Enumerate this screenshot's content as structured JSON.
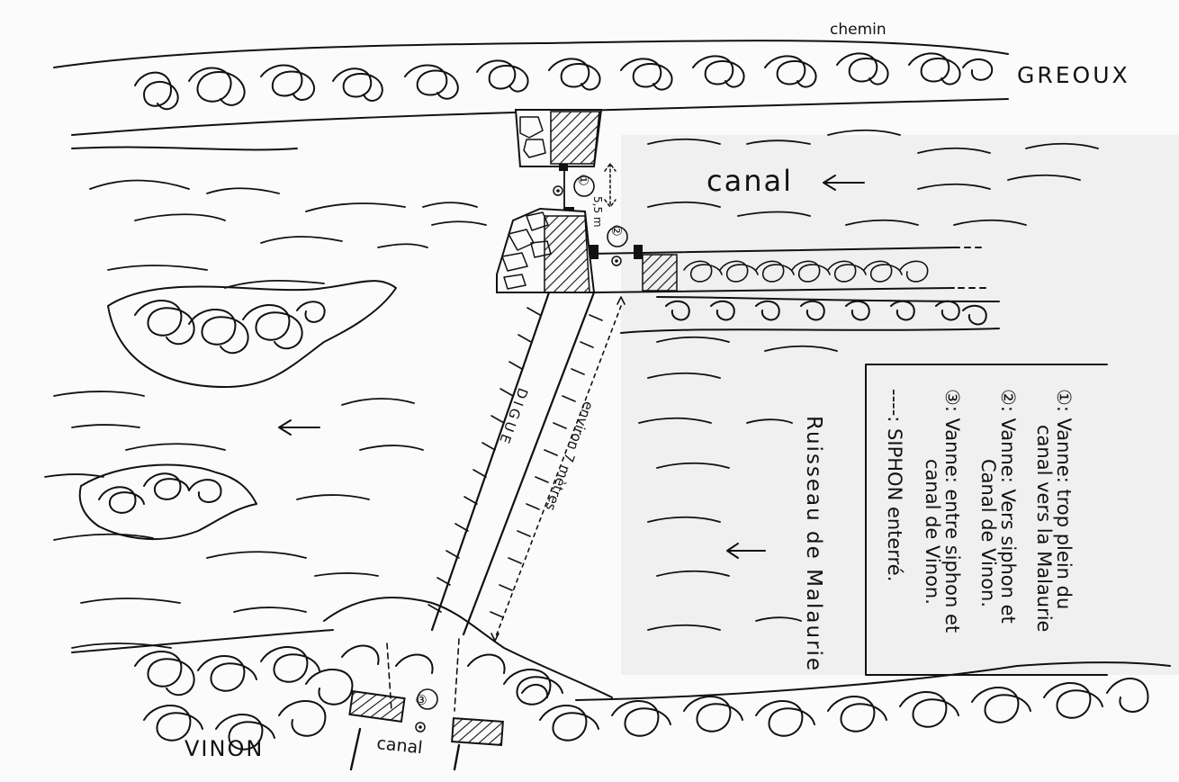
{
  "map": {
    "labels": {
      "chemin": "chemin",
      "greoux": "GREOUX",
      "canal_main": "canal",
      "vinon": "VINON",
      "canal_bottom": "canal",
      "digue": "DIGUE",
      "distance": "environ 7 mètres",
      "gap": "5,5 m",
      "ruisseau": "Ruisseau de Malaurie",
      "marker_1": "①",
      "marker_2": "②",
      "marker_3": "③"
    },
    "legend": {
      "line_1a": "①: Vanne: trop plein du",
      "line_1b": "canal vers la Malaurie",
      "line_2a": "②: Vanne: Vers siphon et",
      "line_2b": "Canal de Vinon.",
      "line_3a": "③: Vanne: entre siphon et",
      "line_3b": "canal de Vinon.",
      "line_4": "----: SIPHON enterré."
    },
    "colors": {
      "ink": "#111111",
      "paper": "#fbfbfb",
      "shade": "#f0f0f0"
    }
  }
}
